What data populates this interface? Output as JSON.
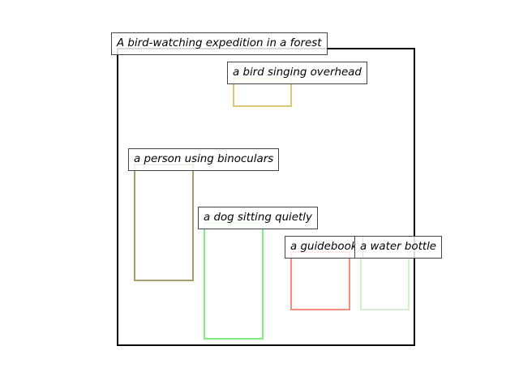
{
  "title": "A bird-watching expedition in a forest",
  "regions": [
    {
      "key": "bird",
      "label": "a bird singing overhead",
      "color": "#d8c97a"
    },
    {
      "key": "person",
      "label": "a person using binoculars",
      "color": "#a89e6e"
    },
    {
      "key": "dog",
      "label": "a dog sitting quietly",
      "color": "#7ef07e"
    },
    {
      "key": "guidebook",
      "label": "a guidebook",
      "color": "#f0907a"
    },
    {
      "key": "water",
      "label": "a water bottle",
      "color": "#d2f0cc"
    }
  ]
}
